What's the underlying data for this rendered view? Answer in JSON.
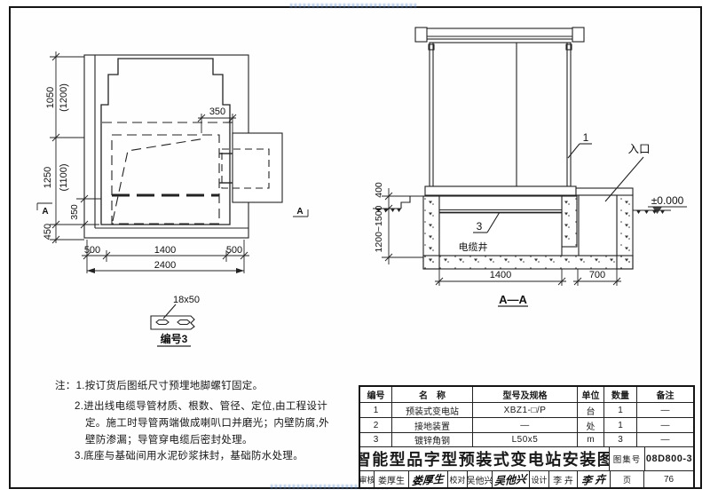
{
  "colors": {
    "line": "#222222",
    "watermark": "#5b87c9"
  },
  "plan": {
    "dim_1050": "1050",
    "dim_1200": "(1200)",
    "dim_1250": "1250",
    "dim_1100": "(1100)",
    "dim_450": "450",
    "dim_350_left": "350",
    "dim_350_top": "350",
    "dim_500_l": "500",
    "dim_1400": "1400",
    "dim_500_r": "500",
    "dim_2400": "2400",
    "marker_a": "A"
  },
  "detail": {
    "dim": "18x50",
    "label": "编号3"
  },
  "section": {
    "label": "A—A",
    "dim_400": "400",
    "dim_depth": "1200~1500",
    "dim_1400": "1400",
    "dim_700": "700",
    "level": "±0.000",
    "entrance": "入口",
    "cable_pit": "电缆井",
    "callout_1": "1",
    "callout_3": "3"
  },
  "notes": {
    "lines": [
      "注：1.按订货后图纸尺寸预埋地脚螺钉固定。",
      "2.进出线电缆导管材质、根数、管径、定位,由工程设计",
      "定。施工时导管两端做成喇叭口并磨光；内壁防腐,外",
      "壁防渗漏；导管穿电缆后密封处理。",
      "3.底座与基础间用水泥砂浆抹封，基础防水处理。"
    ]
  },
  "bom": {
    "headers": [
      "编号",
      "名　称",
      "型号及规格",
      "单位",
      "数量",
      "备注"
    ],
    "rows": [
      {
        "no": "1",
        "name": "预装式变电站",
        "spec": "XBZ1-□/P",
        "unit": "台",
        "qty": "1",
        "remark": "—"
      },
      {
        "no": "2",
        "name": "接地装置",
        "spec": "—",
        "unit": "处",
        "qty": "1",
        "remark": "—"
      },
      {
        "no": "3",
        "name": "镀锌角钢",
        "spec": "L50x5",
        "unit": "m",
        "qty": "3",
        "remark": "—"
      }
    ]
  },
  "titleblock": {
    "title": "智能型品字型预装式变电站安装图",
    "atlas_label": "图集号",
    "atlas_no": "08D800-3",
    "page_label": "页",
    "page_no": "76",
    "reviewer_label": "审核",
    "reviewer": "娄厚生",
    "reviewer_sig": "娄厚生",
    "checker_label": "校对",
    "checker": "吴他兴",
    "checker_sig": "吴他兴",
    "designer_label": "设计",
    "designer": "李 卉",
    "designer_sig": "李 卉"
  }
}
